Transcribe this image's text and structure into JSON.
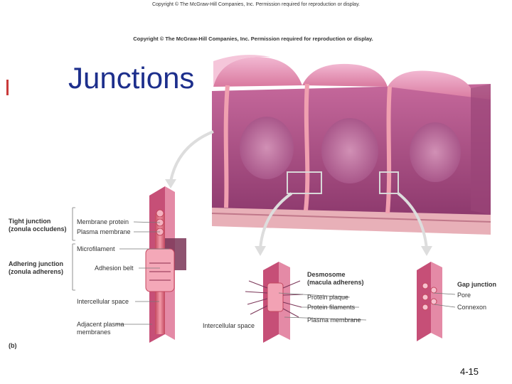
{
  "copyright_top": "Copyright © The McGraw-Hill Companies, Inc. Permission required for reproduction or display.",
  "copyright_mid": "Copyright © The McGraw-Hill Companies, Inc. Permission required for reproduction or display.",
  "title": "Junctions",
  "labels": {
    "tight_junction": "Tight junction",
    "zonula_occludens": "(zonula occludens)",
    "membrane_protein": "Membrane protein",
    "plasma_membrane": "Plasma membrane",
    "microfilament": "Microfilament",
    "adhering_junction": "Adhering junction",
    "zonula_adherens": "(zonula adherens)",
    "adhesion_belt": "Adhesion belt",
    "intercellular_space_left": "Intercellular space",
    "adjacent_plasma": "Adjacent plasma",
    "membranes": "membranes",
    "panel_b": "(b)",
    "desmosome": "Desmosome",
    "macula_adherens": "(macula adherens)",
    "protein_plaque": "Protein plaque",
    "protein_filaments": "Protein filaments",
    "intercellular_space_mid": "Intercellular space",
    "plasma_membrane_mid": "Plasma membrane",
    "gap_junction": "Gap junction",
    "pore": "Pore",
    "connexon": "Connexon"
  },
  "slide_number": "4-15",
  "colors": {
    "title": "#1d2f8c",
    "cell_fill": "#b8578f",
    "cell_top": "#e79ac1",
    "membrane": "#d9607d"
  }
}
